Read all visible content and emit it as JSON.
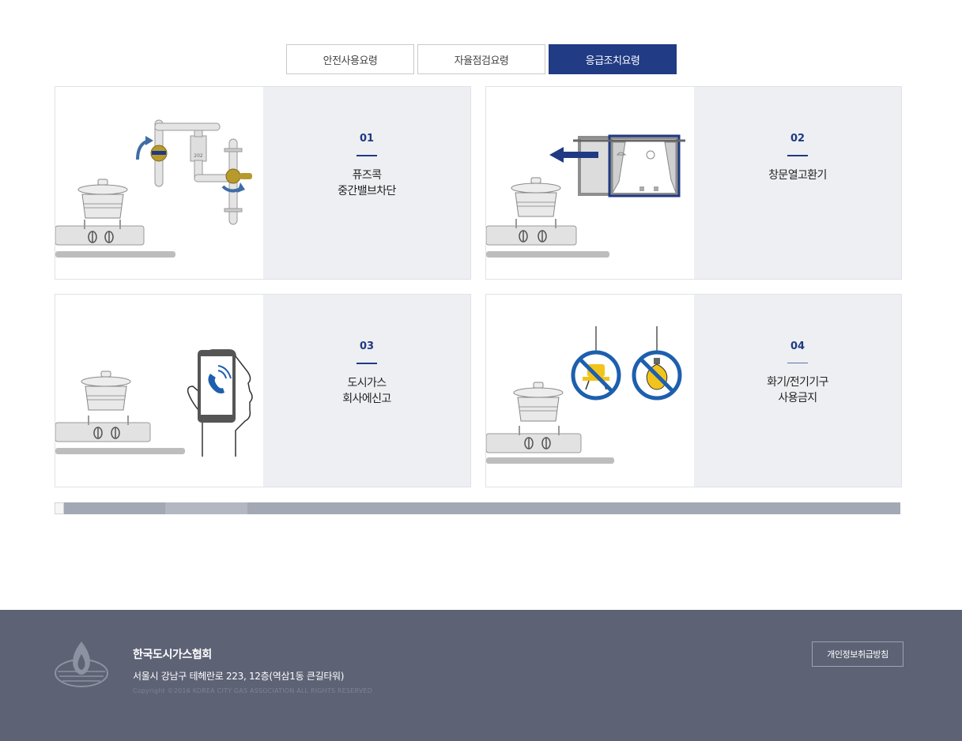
{
  "tabs": [
    {
      "label": "안전사용요령",
      "active": false
    },
    {
      "label": "자율점검요령",
      "active": false
    },
    {
      "label": "응급조치요령",
      "active": true
    }
  ],
  "cards": [
    {
      "num": "01",
      "title": "퓨즈콕\n중간밸브차단",
      "icon": "valve-illustration"
    },
    {
      "num": "02",
      "title": "창문열고환기",
      "icon": "window-ventilation-illustration"
    },
    {
      "num": "03",
      "title": "도시가스\n회사에신고",
      "icon": "phone-call-illustration"
    },
    {
      "num": "04",
      "title": "화기/전기기구\n사용금지",
      "icon": "no-fire-electric-illustration"
    }
  ],
  "footer": {
    "org": "한국도시가스협회",
    "address": "서울시 강남구 테헤란로 223, 12층(역삼1동 큰길타워)",
    "copyright": "Copyright ©2016 KOREA CITY GAS ASSOCIATION ALL RIGHTS RESERVED",
    "policy_label": "개인정보취급방침"
  },
  "colors": {
    "accent": "#213b84",
    "info_bg": "#eeeff2",
    "footer_bg": "#5d6275",
    "sign_blue": "#1d5fae",
    "sign_yellow": "#f2c31b"
  }
}
